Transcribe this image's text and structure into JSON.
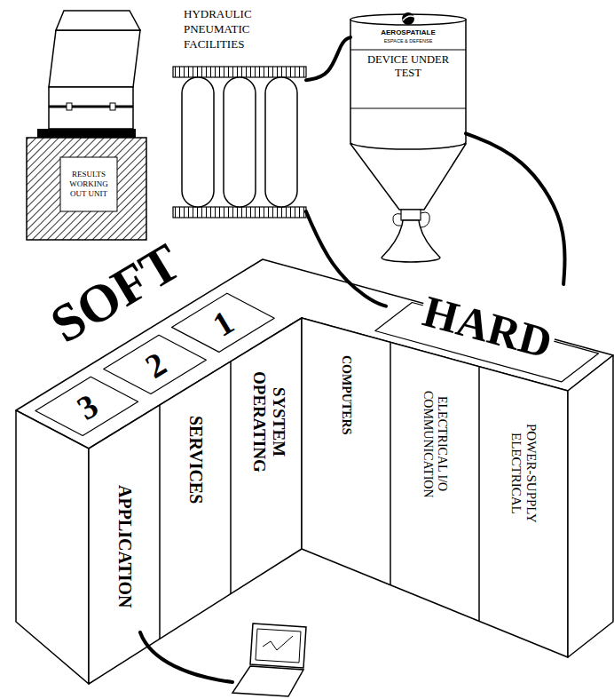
{
  "diagram": {
    "nodes": [
      {
        "text": [
          "RESULTS WORKING OUT UNIT"
        ]
      },
      {
        "text": [
          "HYDRAULIC PNEUMATIC FACILITIES"
        ]
      },
      {
        "text": [
          "AEROSPATIALE",
          "ESPACE & DEFENSE",
          "DEVICE UNDER TEST"
        ]
      },
      {
        "text": [
          "3"
        ]
      },
      {
        "text": [
          "2"
        ]
      },
      {
        "text": [
          "1"
        ]
      },
      {
        "text": [
          "HARD"
        ]
      },
      {
        "text": [
          "APPLICATION"
        ]
      },
      {
        "text": [
          "SERVICES"
        ]
      },
      {
        "text": [
          "OPERATING SYSTEM"
        ]
      },
      {
        "text": [
          "COMPUTERS"
        ]
      },
      {
        "text": [
          "COMMUNICATION ELECTRICAL I/O"
        ]
      },
      {
        "text": [
          "ELECTRICAL POWER-SUPPLY"
        ]
      }
    ],
    "edges": [
      {
        "from": 1,
        "to": 2,
        "arrow": "none"
      },
      {
        "from": 1,
        "to": 6,
        "arrow": "none"
      },
      {
        "from": 2,
        "to": 6,
        "arrow": "none"
      }
    ],
    "labels": [
      "SOFT"
    ]
  }
}
